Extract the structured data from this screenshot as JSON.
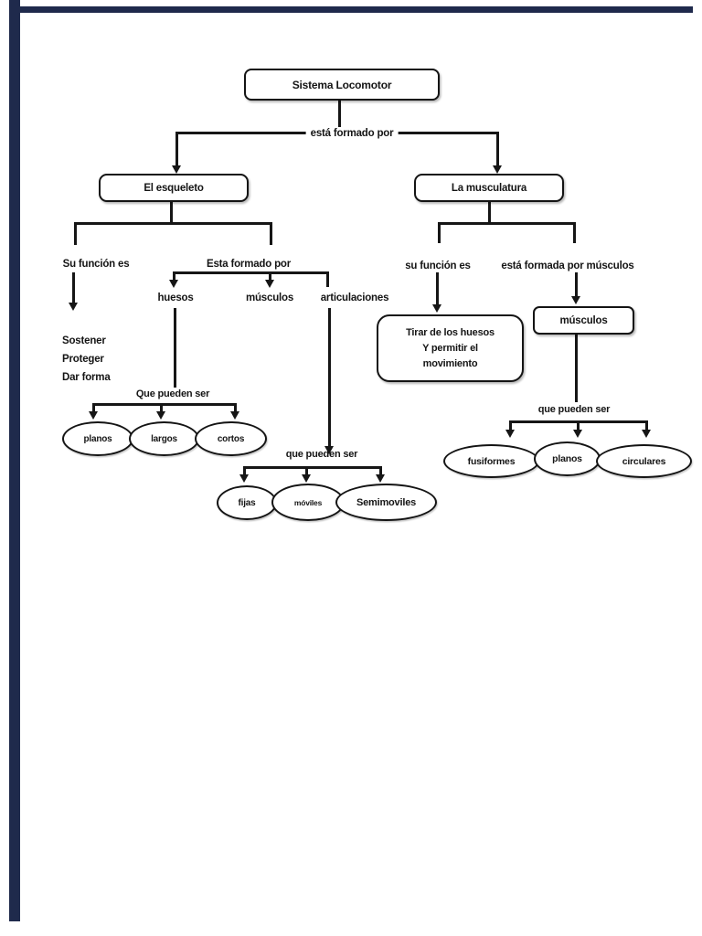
{
  "page": {
    "background": "#ffffff",
    "edge_color": "#1f2a4c",
    "ink_color": "#161616"
  },
  "diagram": {
    "title_box": "Sistema Locomotor",
    "formed_by": "está formado por",
    "skeleton": {
      "box": "El esqueleto",
      "function_label": "Su función es",
      "functions": [
        "Sostener",
        "Proteger",
        "Dar forma"
      ],
      "formed_by_label": "Esta formado por",
      "parts": {
        "bones": "huesos",
        "muscles": "músculos",
        "joints": "articulaciones"
      },
      "bones_connector": "Que pueden ser",
      "bone_types": [
        "planos",
        "largos",
        "cortos"
      ],
      "joints_connector": "que pueden ser",
      "joint_types": [
        "fijas",
        "móviles",
        "Semimoviles"
      ]
    },
    "musculature": {
      "box": "La musculatura",
      "function_label": "su función es",
      "function_lines": [
        "Tirar de los huesos",
        "Y permitir el",
        "movimiento"
      ],
      "formed_by_label": "está formada por músculos",
      "muscle_box": "músculos",
      "types_connector": "que pueden ser",
      "muscle_types": [
        "fusiformes",
        "planos",
        "circulares"
      ]
    }
  }
}
